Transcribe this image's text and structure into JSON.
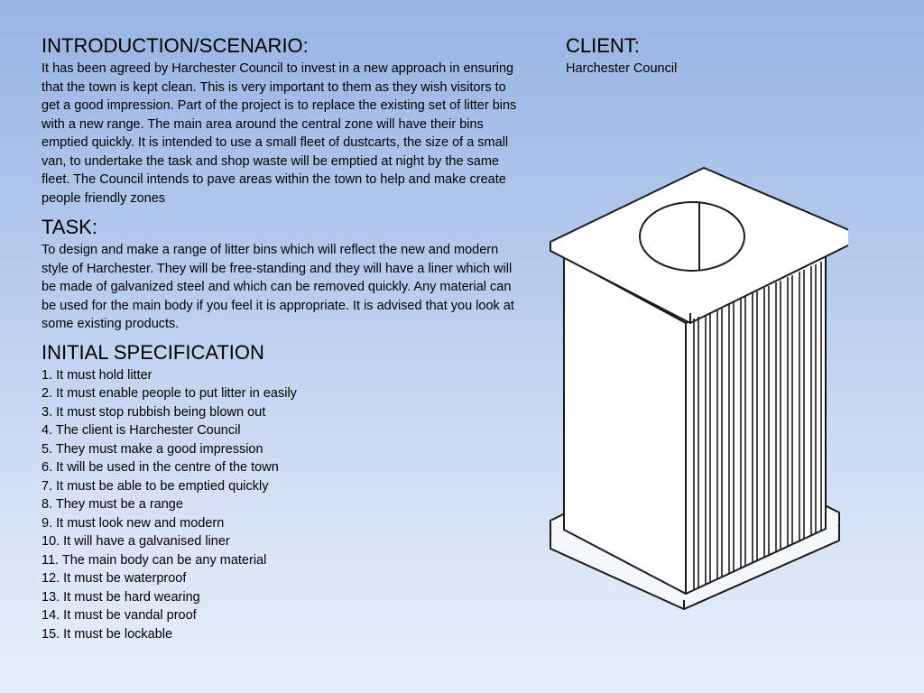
{
  "intro": {
    "heading": "INTRODUCTION/SCENARIO:",
    "body": "It has been agreed by Harchester Council to invest in a new approach in ensuring that the town is kept clean. This is very important to them as they wish visitors to get a good impression. Part of the project is to replace the existing set of litter bins with a new range. The main area around the central zone will have their bins emptied quickly. It is intended to use a small fleet of dustcarts, the size of a small van, to undertake the task and shop waste will be emptied at night by the same fleet. The Council intends to pave areas within the town to help and make create people friendly zones"
  },
  "task": {
    "heading": "TASK:",
    "body": "To design and make a range of litter bins which will reflect the new and modern style of Harchester. They will be free-standing and they will have a liner which will be made of galvanized steel and which can be removed quickly. Any material can be used for the main body if you feel it is appropriate. It is advised that you look at some existing products."
  },
  "spec": {
    "heading": "INITIAL SPECIFICATION",
    "items": [
      "1. It must hold litter",
      "2. It must enable people to put litter in easily",
      "3. It must stop rubbish being blown out",
      "4. The client is Harchester Council",
      "5. They must make a good impression",
      "6. It will be used in the centre of the town",
      "7. It must be able to be emptied quickly",
      "8. They must be a range",
      "9. It must look new and modern",
      "10. It will have a galvanised liner",
      "11. The main body can be any material",
      "12. It must be waterproof",
      "13. It must be hard wearing",
      "14. It must be vandal proof",
      "15. It must be lockable"
    ]
  },
  "client": {
    "heading": "CLIENT:",
    "name": "Harchester Council"
  }
}
